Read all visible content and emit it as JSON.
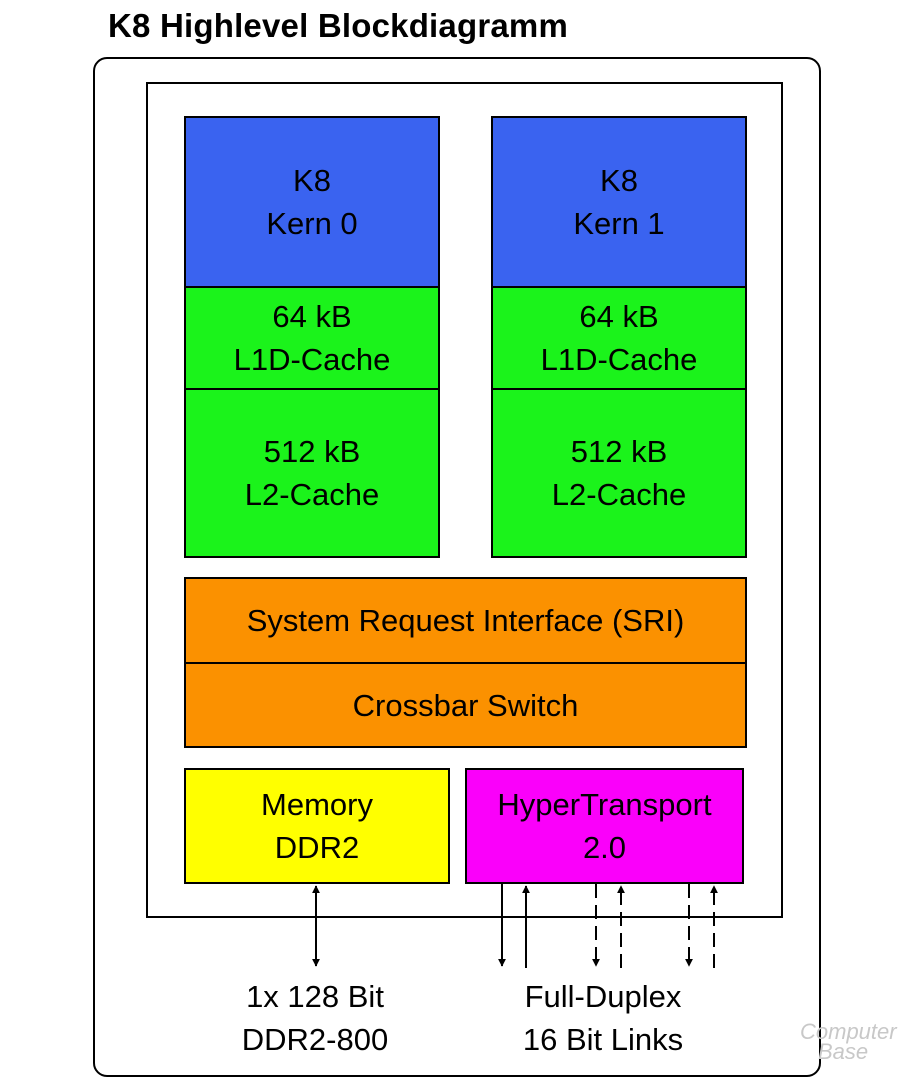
{
  "title": "K8 Highlevel Blockdiagramm",
  "core0": {
    "line1": "K8",
    "line2": "Kern 0"
  },
  "core1": {
    "line1": "K8",
    "line2": "Kern 1"
  },
  "l1_0": {
    "line1": "64 kB",
    "line2": "L1D-Cache"
  },
  "l1_1": {
    "line1": "64 kB",
    "line2": "L1D-Cache"
  },
  "l2_0": {
    "line1": "512 kB",
    "line2": "L2-Cache"
  },
  "l2_1": {
    "line1": "512 kB",
    "line2": "L2-Cache"
  },
  "sri": "System Request Interface (SRI)",
  "crossbar": "Crossbar Switch",
  "memory": {
    "line1": "Memory",
    "line2": "DDR2"
  },
  "hypertransport": {
    "line1": "HyperTransport",
    "line2": "2.0"
  },
  "memory_caption": {
    "line1": "1x 128 Bit",
    "line2": "DDR2-800"
  },
  "ht_caption": {
    "line1": "Full-Duplex",
    "line2": "16 Bit Links"
  },
  "watermark": {
    "line1": "Computer",
    "line2": "Base"
  },
  "colors": {
    "core": "#3a63f0",
    "cache": "#1bf31b",
    "interconnect": "#fb9100",
    "memory": "#ffff00",
    "hypertransport": "#fa00fa"
  }
}
